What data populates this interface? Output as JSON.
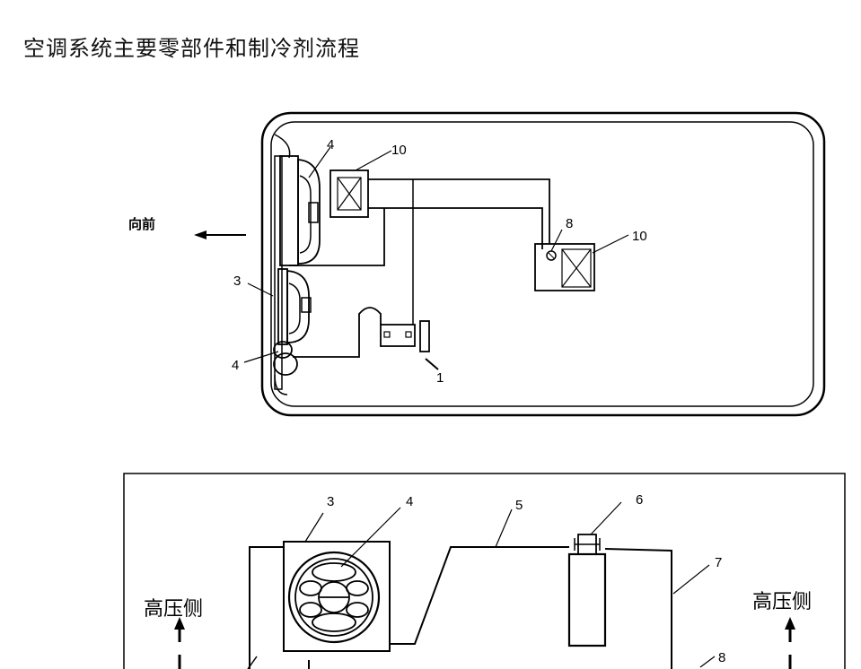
{
  "title": "空调系统主要零部件和制冷剂流程",
  "diagram_top": {
    "forward_label": "向前",
    "labels": {
      "l1": "1",
      "l3": "3",
      "l4a": "4",
      "l4b": "4",
      "l8": "8",
      "l10a": "10",
      "l10b": "10"
    }
  },
  "diagram_bottom": {
    "high_side_left": "高压侧",
    "high_side_right": "高压侧",
    "labels": {
      "l3": "3",
      "l4": "4",
      "l5": "5",
      "l6": "6",
      "l7": "7",
      "l8": "8"
    }
  }
}
